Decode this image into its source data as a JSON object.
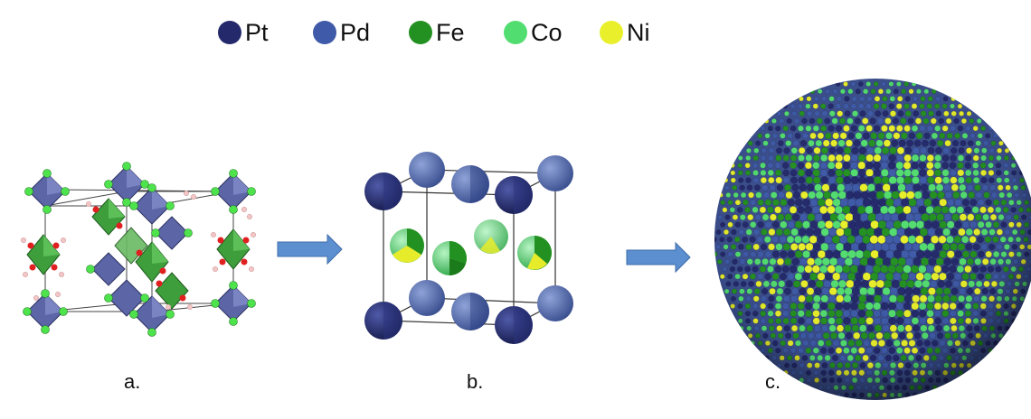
{
  "legend": [
    {
      "label": "Pt",
      "color": "#23296b"
    },
    {
      "label": "Pd",
      "color": "#3e5aa8"
    },
    {
      "label": "Fe",
      "color": "#239121"
    },
    {
      "label": "Co",
      "color": "#52dd70"
    },
    {
      "label": "Ni",
      "color": "#e9ef2a"
    }
  ],
  "panels": {
    "a": {
      "label": "a."
    },
    "b": {
      "label": "b."
    },
    "c": {
      "label": "c."
    }
  },
  "colors": {
    "arrow": "#5b8fd0",
    "octahedron_blue": "#5c65a6",
    "octahedron_green": "#3f9e3c",
    "ligand_green": "#4ee34c",
    "oxygen_red": "#e02020",
    "hydrogen_pink": "#f2c6c6",
    "cell_edge": "#333333"
  }
}
